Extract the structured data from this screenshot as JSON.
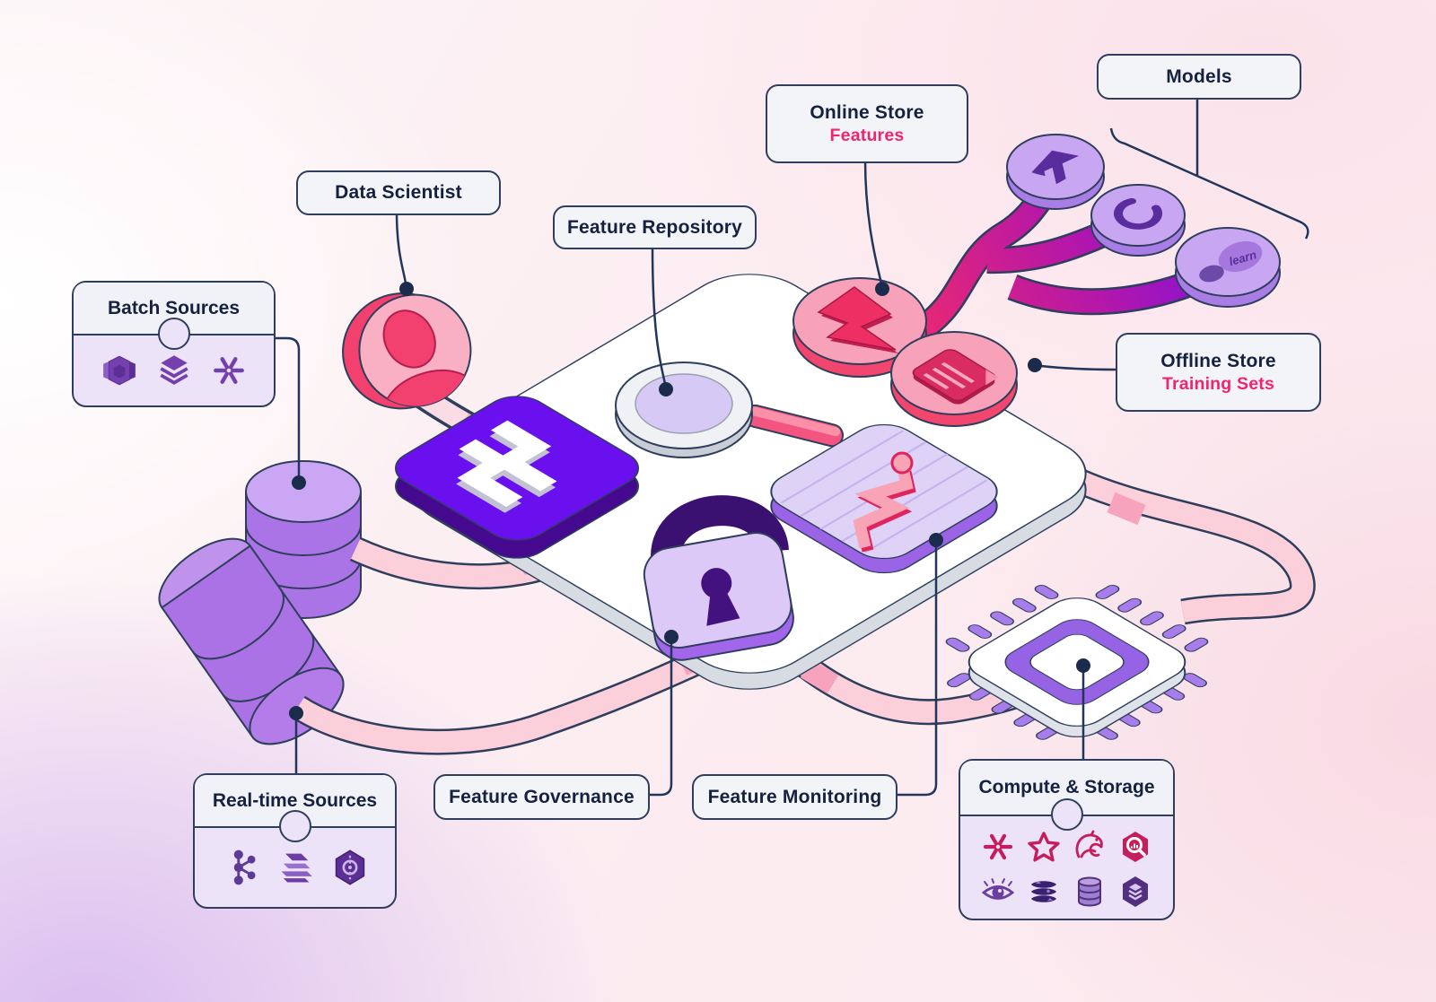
{
  "diagram": {
    "labels": {
      "models": "Models",
      "online_store_title": "Online Store",
      "online_store_subtitle": "Features",
      "data_scientist": "Data Scientist",
      "feature_repository": "Feature Repository",
      "batch_sources": "Batch Sources",
      "offline_store_title": "Offline Store",
      "offline_store_subtitle": "Training Sets",
      "real_time_sources": "Real-time Sources",
      "feature_governance": "Feature Governance",
      "feature_monitoring": "Feature Monitoring",
      "compute_storage": "Compute & Storage"
    },
    "model_coins": {
      "sklearn_text": "learn"
    },
    "icons": {
      "batch_sources": [
        "redshift-icon",
        "databricks-icon",
        "snowflake-icon"
      ],
      "real_time_sources": [
        "kafka-icon",
        "kinesis-icon",
        "stream-hexagon-icon"
      ],
      "compute_storage_row1": [
        "snowflake-icon",
        "spark-star-icon",
        "flink-squirrel-icon",
        "bigquery-hexagon-icon"
      ],
      "compute_storage_row2": [
        "eye-icon",
        "redis-stack-icon",
        "dynamodb-cylinder-icon",
        "bigtable-hexagon-icon"
      ],
      "models": [
        "tensorflow-coin-icon",
        "pytorch-coin-icon",
        "scikit-learn-coin-icon"
      ],
      "platform": [
        "feast-logo-icon",
        "magnifier-icon",
        "lock-icon",
        "monitoring-chart-icon",
        "lightning-coin-icon",
        "document-coin-icon"
      ],
      "infrastructure": [
        "database-cylinder-icon",
        "database-barrel-icon",
        "cpu-chip-icon",
        "data-scientist-avatar-icon"
      ]
    },
    "colors": {
      "accent_pink": "#f1256d",
      "label_border": "#2e3e5c",
      "label_bg": "#f3f4f8",
      "label_text": "#15213f",
      "purple_primary": "#6a10ef",
      "purple_soft": "#aa74e6",
      "pink_tube": "#fbd0da",
      "coin_pink": "#f7a2b8",
      "crimson_icon": "#c51e5c",
      "purple_icon": "#6a3fa0"
    }
  }
}
